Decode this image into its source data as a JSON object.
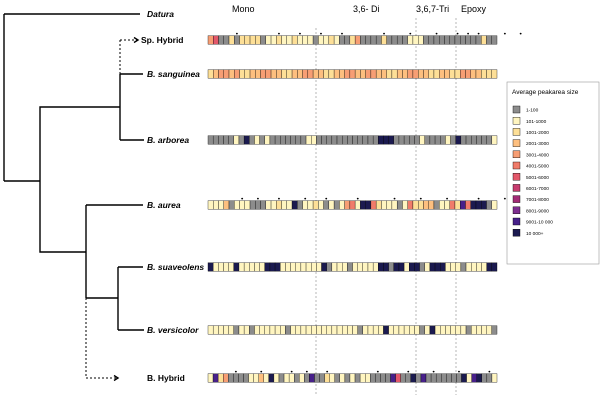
{
  "taxa": [
    {
      "id": "datura",
      "label": "Datura",
      "italic": true
    },
    {
      "id": "sp-hybrid",
      "label": "Sp. Hybrid",
      "italic": false
    },
    {
      "id": "sanguinea",
      "label": "B. sanguinea",
      "italic": true
    },
    {
      "id": "arborea",
      "label": "B. arborea",
      "italic": true
    },
    {
      "id": "aurea",
      "label": "B. aurea",
      "italic": true
    },
    {
      "id": "suaveolens",
      "label": "B. suaveolens",
      "italic": true
    },
    {
      "id": "versicolor",
      "label": "B. versicolor",
      "italic": true
    },
    {
      "id": "b-hybrid",
      "label": "B. Hybrid",
      "italic": false
    }
  ],
  "groups": [
    "Mono",
    "3,6- Di",
    "3,6,7-Tri",
    "Epoxy"
  ],
  "legend": {
    "title": "Average peakarea size",
    "bins": [
      {
        "label": "1-100",
        "color": "#8c8c8c"
      },
      {
        "label": "101-1000",
        "color": "#fff5c0"
      },
      {
        "label": "1001-2000",
        "color": "#fddf97"
      },
      {
        "label": "2001-3000",
        "color": "#fdbf7f"
      },
      {
        "label": "3001-4000",
        "color": "#f79e74"
      },
      {
        "label": "4001-5000",
        "color": "#f07b6a"
      },
      {
        "label": "5001-6000",
        "color": "#e3586a"
      },
      {
        "label": "6001-7000",
        "color": "#c73c6f"
      },
      {
        "label": "7001-8000",
        "color": "#a22b76"
      },
      {
        "label": "8001-9000",
        "color": "#7d2d8f"
      },
      {
        "label": "9001-10 000",
        "color": "#47208a"
      },
      {
        "label": "10 000+",
        "color": "#1b1a4f"
      }
    ]
  },
  "rows": [
    {
      "taxon": "sp-hybrid",
      "dots": [
        5,
        13,
        17,
        21,
        25,
        33,
        38,
        43,
        47,
        49,
        51,
        56,
        59
      ],
      "cells": "4600202222011211211101121002400002000011100000000000200"
    },
    {
      "taxon": "sanguinea",
      "dots": [],
      "cells": "2344342233443322334433223344334433223344332233224433222"
    },
    {
      "taxon": "arborea",
      "dots": [],
      "cells": "0000010B0101000000011000000000000BBB000001000010B0000001"
    },
    {
      "taxon": "aurea",
      "dots": [
        6,
        9,
        13,
        18,
        22,
        28,
        35,
        40,
        45,
        51,
        56
      ],
      "cells": "1113011100011211B011210101451BB52111015223301152A5BBB01"
    },
    {
      "taxon": "suaveolens",
      "dots": [],
      "cells": "B1111B11111BBB11111111B0111011111BB0BB1BB01BBB11101111BB"
    },
    {
      "taxon": "versicolor",
      "dots": [],
      "cells": "1111101101111110111111111111101111B11111101B111111011110"
    },
    {
      "taxon": "b-hybrid",
      "dots": [
        5,
        10,
        16,
        19,
        23,
        33,
        39,
        44,
        49,
        55
      ],
      "cells": "1A2400001131B1011010A002101010110000A600B0A0000000B1AB001"
    }
  ]
}
